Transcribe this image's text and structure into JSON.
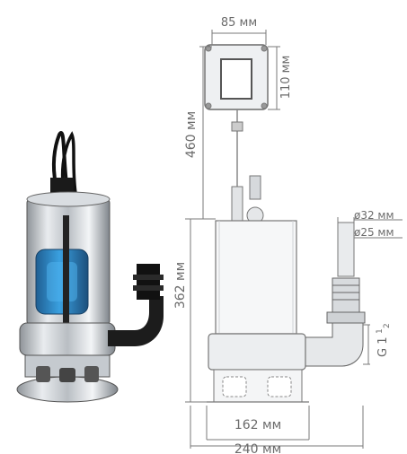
{
  "dimensions": {
    "width_top": "85 мм",
    "height_float_box": "110 мм",
    "height_cable": "460 мм",
    "diameter_outlet_1": "ø32 мм",
    "diameter_outlet_2": "ø25 мм",
    "height_pump": "362 мм",
    "thread": "G 1 ",
    "thread_fraction_top": "1",
    "thread_fraction_bottom": "2",
    "base_inner_width": "162 мм",
    "base_total_width": "240 мм"
  },
  "colors": {
    "float_blue": "#2a86c8",
    "steel": "#c8ccd0",
    "line": "#7a7a7a",
    "text": "#6b6b6b"
  }
}
